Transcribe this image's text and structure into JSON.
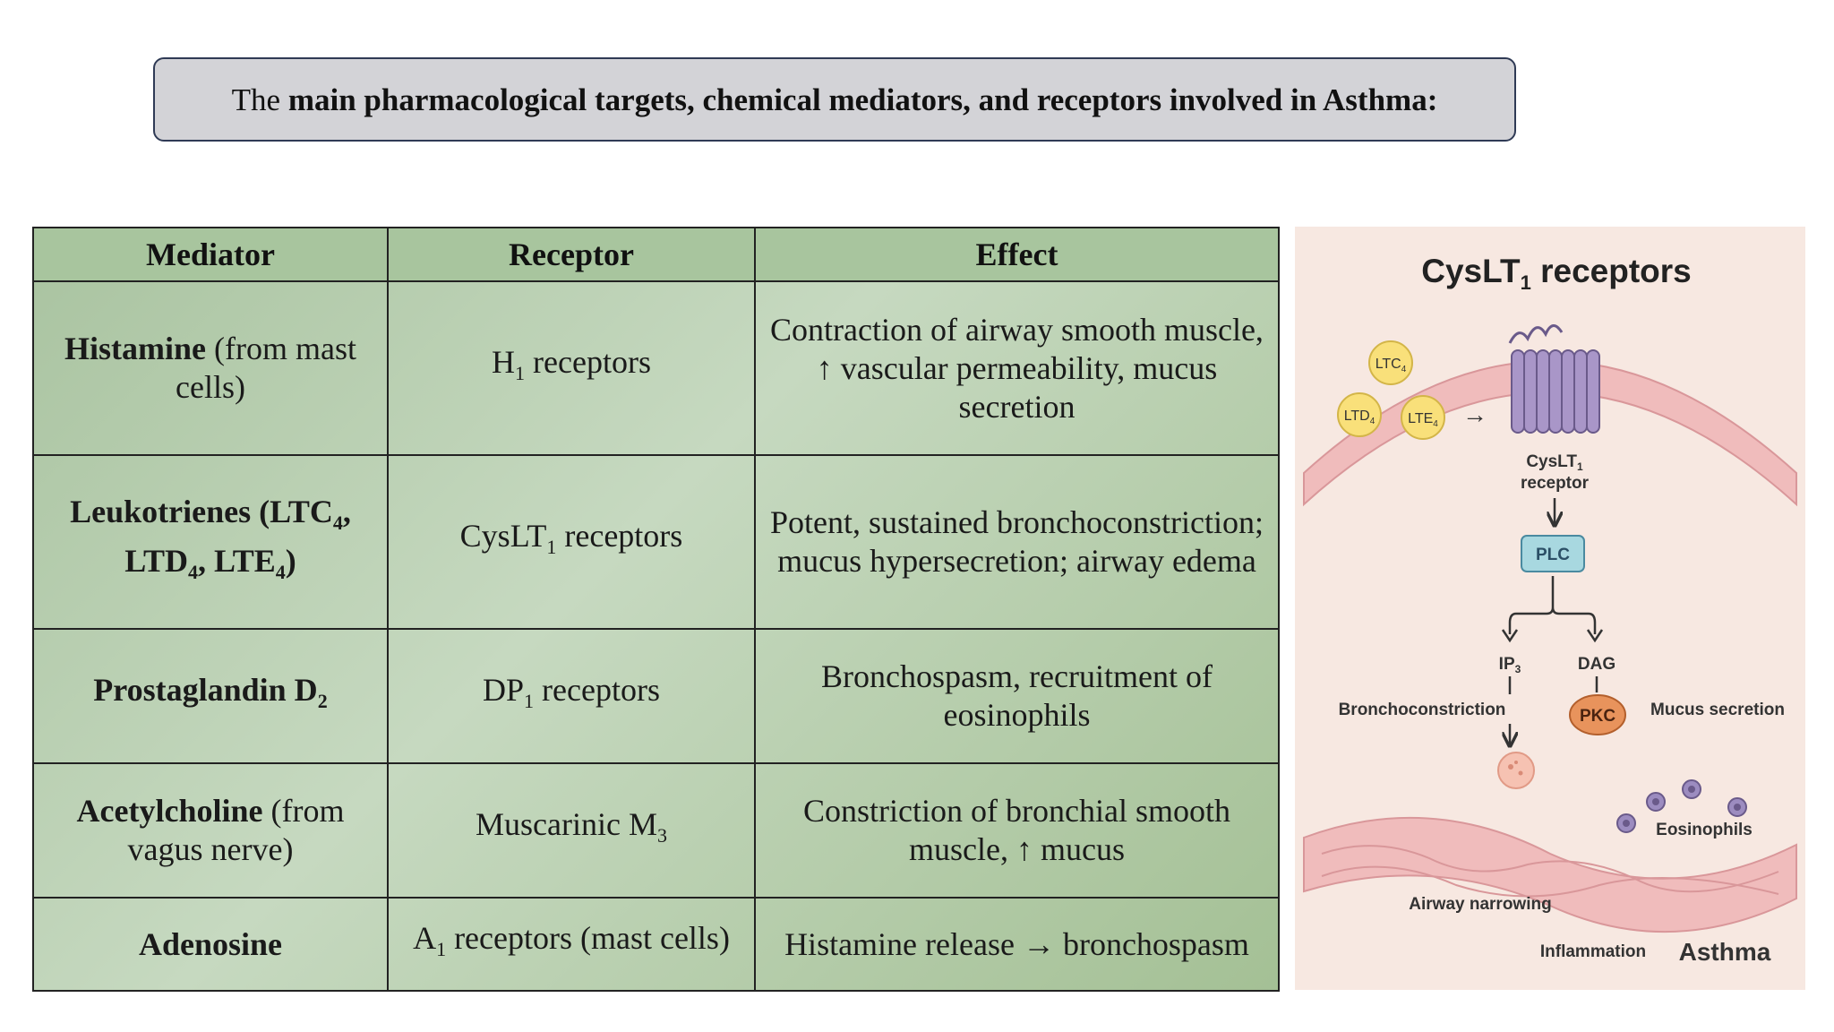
{
  "title": {
    "prefix": "The",
    "bold": "main pharmacological targets, chemical mediators, and receptors involved in Asthma:"
  },
  "table": {
    "headers": [
      "Mediator",
      "Receptor",
      "Effect"
    ],
    "rows": [
      {
        "mediator_bold": "Histamine",
        "mediator_rest": " (from mast cells)",
        "receptor_main": "H",
        "receptor_sub": "1",
        "receptor_rest": " receptors",
        "effect": "Contraction of airway smooth muscle, ↑ vascular permeability, mucus secretion"
      },
      {
        "mediator_parts": [
          "Leukotrienes (LTC",
          "4",
          ", LTD",
          "4",
          ", LTE",
          "4",
          ")"
        ],
        "receptor_main": "CysLT",
        "receptor_sub": "1",
        "receptor_rest": " receptors",
        "effect": "Potent, sustained bronchoconstriction; mucus hypersecretion; airway edema"
      },
      {
        "mediator_main": "Prostaglandin D",
        "mediator_sub": "2",
        "receptor_main": "DP",
        "receptor_sub": "1",
        "receptor_rest": " receptors",
        "effect": "Bronchospasm, recruitment of eosinophils"
      },
      {
        "mediator_bold": "Acetylcholine",
        "mediator_rest": " (from vagus nerve)",
        "receptor_main": "Muscarinic M",
        "receptor_sub": "3",
        "receptor_rest": "",
        "effect": "Constriction of bronchial smooth muscle, ↑ mucus"
      },
      {
        "mediator_bold": "Adenosine",
        "mediator_rest": "",
        "receptor_main": "A",
        "receptor_sub": "1",
        "receptor_rest": " receptors (mast cells)",
        "effect": "Histamine release → bronchospasm"
      }
    ]
  },
  "diagram": {
    "title_main": "CysLT",
    "title_sub": "1",
    "title_rest": " receptors",
    "ligands": [
      {
        "main": "LTC",
        "sub": "4"
      },
      {
        "main": "LTD",
        "sub": "4"
      },
      {
        "main": "LTE",
        "sub": "4"
      }
    ],
    "receptor_label_main": "CysLT",
    "receptor_label_sub": "1",
    "receptor_label_line2": "receptor",
    "plc": "PLC",
    "ip3_main": "IP",
    "ip3_sub": "3",
    "dag": "DAG",
    "pkc": "PKC",
    "bronchoconstriction": "Bronchoconstriction",
    "mucus_secretion": "Mucus secretion",
    "eosinophils": "Eosinophils",
    "airway_narrowing": "Airway narrowing",
    "inflammation": "Inflammation",
    "asthma": "Asthma",
    "arrow": "→",
    "colors": {
      "membrane": "#f0bcbc",
      "receptor": "#a996c8",
      "ligand": "#f9e07a",
      "plc": "#a8d8e0",
      "pkc": "#e8935c",
      "eosinophil": "#9c8cc0"
    }
  }
}
